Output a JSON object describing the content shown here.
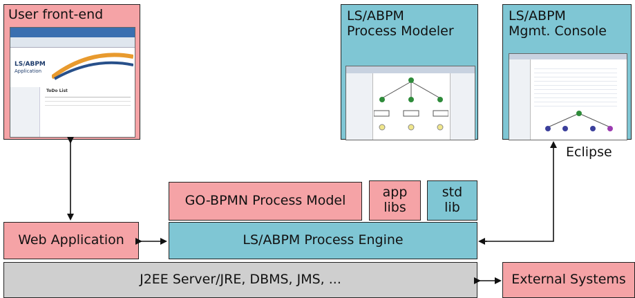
{
  "colors": {
    "frontend": "#f5a3a6",
    "engine": "#7fc6d4",
    "server": "#cfcfcf"
  },
  "boxes": {
    "user_frontend": "User front-end",
    "modeler": "LS/ABPM\nProcess Modeler",
    "console": "LS/ABPM\nMgmt. Console",
    "eclipse": "Eclipse",
    "go_bpmn": "GO-BPMN Process Model",
    "app_libs": "app\nlibs",
    "std_lib": "std\nlib",
    "web_app": "Web Application",
    "engine": "LS/ABPM Process Engine",
    "server": "J2EE Server/JRE, DBMS, JMS, ...",
    "external": "External Systems"
  },
  "frontend_shot": {
    "app_title": "LS/ABPM",
    "app_subtitle": "Application",
    "list_title": "ToDo List"
  }
}
